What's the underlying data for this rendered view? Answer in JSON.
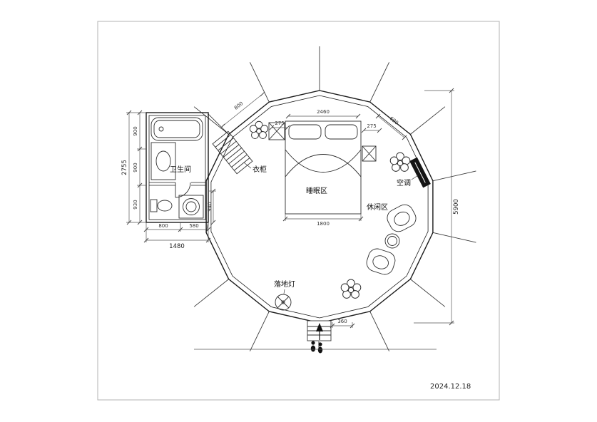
{
  "meta": {
    "date": "2024.12.18"
  },
  "labels": {
    "bathroom": "卫生间",
    "wardrobe": "衣柜",
    "sleeping_area": "睡眠区",
    "leisure_area": "休闲区",
    "air_conditioner": "空调",
    "floor_lamp": "落地灯"
  },
  "dims": {
    "left_total": "2755",
    "left_seg_top": "900",
    "left_seg_mid": "900",
    "left_seg_bottom": "930",
    "bottom_seg_left": "800",
    "bottom_seg_right": "580",
    "bottom_total": "1480",
    "right_total": "5900",
    "roof_left": "800",
    "top_left_275": "275",
    "top_center": "2460",
    "top_right_275": "275",
    "roof_right": "690",
    "bed_width": "1800",
    "connector_height": "940",
    "entrance_width": "360"
  }
}
